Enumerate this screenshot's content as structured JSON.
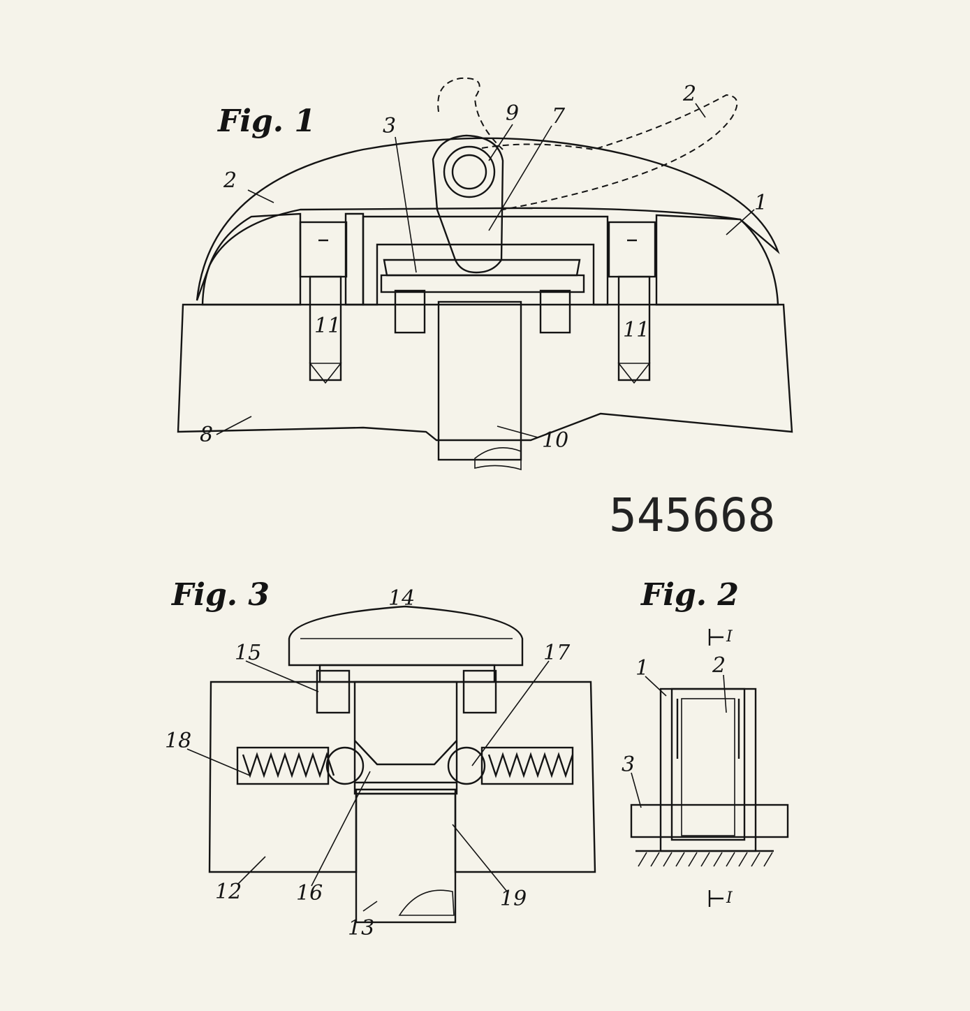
{
  "figures": {
    "fig1": {
      "title": "Fig. 1",
      "refs": {
        "r2a": "2",
        "r2b": "2",
        "r3": "3",
        "r9": "9",
        "r7": "7",
        "r1": "1",
        "r11a": "11",
        "r11b": "11",
        "r8": "8",
        "r10": "10"
      }
    },
    "fig2": {
      "title": "Fig. 2",
      "refs": {
        "r1": "1",
        "r2": "2",
        "r3": "3",
        "sec_top": "I",
        "sec_bottom": "I"
      }
    },
    "fig3": {
      "title": "Fig. 3",
      "refs": {
        "r14": "14",
        "r15": "15",
        "r17": "17",
        "r18": "18",
        "r12": "12",
        "r16": "16",
        "r13": "13",
        "r19": "19"
      }
    }
  },
  "stamp_number": "545668",
  "colors": {
    "ink": "#141414",
    "paper": "#f5f3ea"
  }
}
